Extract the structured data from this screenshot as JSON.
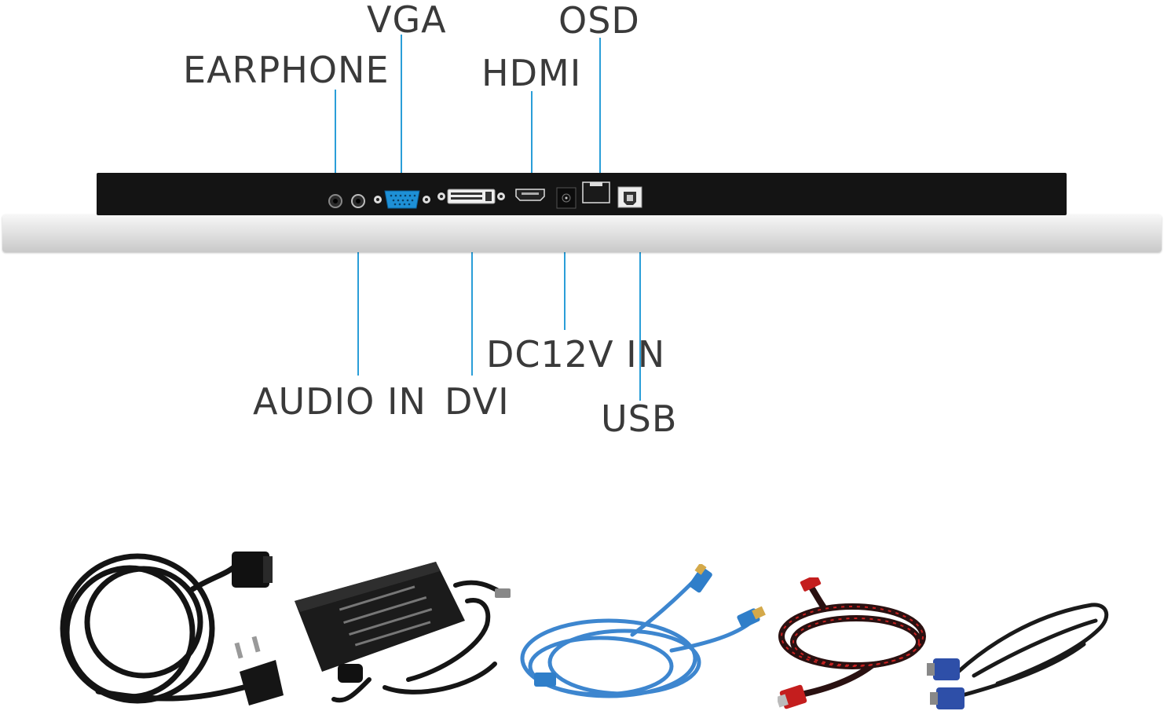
{
  "ports": {
    "earphone": "EARPHONE",
    "vga": "VGA",
    "hdmi": "HDMI",
    "osd": "OSD",
    "audio_in": "AUDIO IN",
    "dvi": "DVI",
    "dc12v_in": "DC12V IN",
    "usb": "USB"
  },
  "colors": {
    "leader_line": "#2a9ed8",
    "panel": "#141414",
    "vga_port": "#1e90d6",
    "label_text": "#3a3a3a"
  },
  "accessories": [
    {
      "icon": "power-cord-icon"
    },
    {
      "icon": "power-adapter-icon"
    },
    {
      "icon": "usb-cable-icon"
    },
    {
      "icon": "hdmi-cable-icon"
    },
    {
      "icon": "vga-cable-icon"
    }
  ]
}
